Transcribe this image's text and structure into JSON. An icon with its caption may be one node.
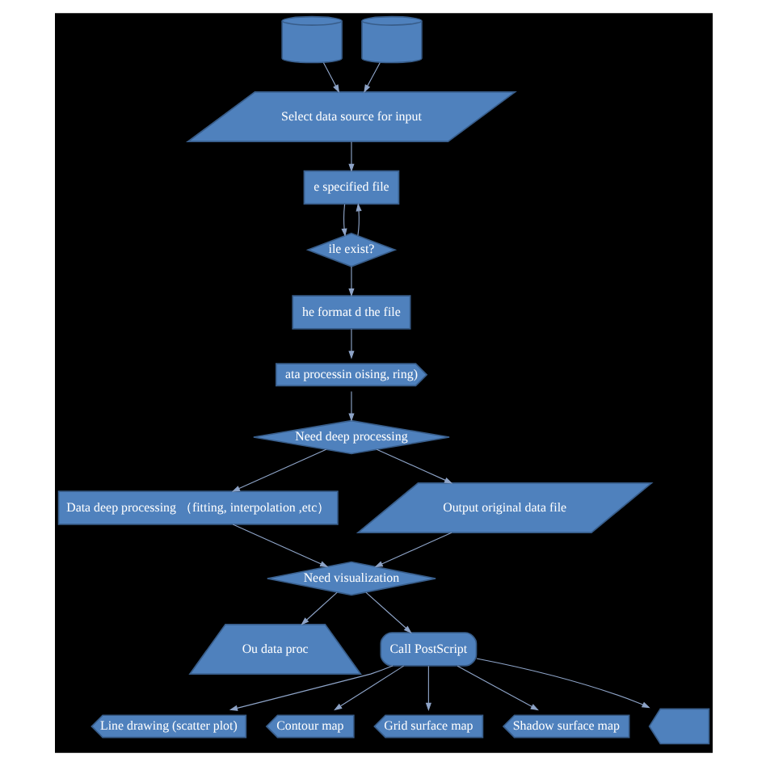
{
  "diagram": {
    "nodes": [
      {
        "text": [],
        "shape": "cylinder"
      },
      {
        "text": [],
        "shape": "cylinder"
      },
      {
        "text": [
          "Select data source for input"
        ]
      },
      {
        "text": [
          "e specified file"
        ]
      },
      {
        "text": [
          "ile exist?"
        ]
      },
      {
        "text": [
          "he format d the file"
        ]
      },
      {
        "text": [
          "ata processin oising, ring)"
        ]
      },
      {
        "text": [
          "Data deep processing （fitting, interpolation ,etc）"
        ]
      },
      {
        "text": [
          "Need deep processing"
        ]
      },
      {
        "text": [
          "Output original data file"
        ]
      },
      {
        "text": [
          "Need visualization"
        ]
      },
      {
        "text": [
          "Ou data proc"
        ]
      },
      {
        "text": [
          "Call PostScript"
        ]
      },
      {
        "text": [
          "Line drawing (scatter plot)"
        ]
      },
      {
        "text": [
          "Contour map"
        ]
      },
      {
        "text": [
          "Grid surface map"
        ]
      },
      {
        "text": [
          "Shadow surface map"
        ]
      },
      {
        "text": [],
        "shape": "display"
      }
    ],
    "edges": [
      {
        "from": 0,
        "to": 2,
        "arrow": "to"
      },
      {
        "from": 1,
        "to": 2,
        "arrow": "to"
      },
      {
        "from": 2,
        "to": 3,
        "arrow": "to"
      },
      {
        "from": 3,
        "to": 4,
        "arrow": "to"
      },
      {
        "from": 4,
        "to": 3,
        "arrow": "to"
      },
      {
        "from": 4,
        "to": 5,
        "arrow": "to"
      },
      {
        "from": 5,
        "to": 6,
        "arrow": "to"
      },
      {
        "from": 6,
        "to": 8,
        "arrow": "to"
      },
      {
        "from": 8,
        "to": 7,
        "arrow": "to"
      },
      {
        "from": 8,
        "to": 9,
        "arrow": "to"
      },
      {
        "from": 7,
        "to": 10,
        "arrow": "to"
      },
      {
        "from": 9,
        "to": 10,
        "arrow": "to"
      },
      {
        "from": 10,
        "to": 11,
        "arrow": "to"
      },
      {
        "from": 10,
        "to": 12,
        "arrow": "to"
      },
      {
        "from": 12,
        "to": 13,
        "arrow": "to"
      },
      {
        "from": 12,
        "to": 14,
        "arrow": "to"
      },
      {
        "from": 12,
        "to": 15,
        "arrow": "to"
      },
      {
        "from": 12,
        "to": 16,
        "arrow": "to"
      },
      {
        "from": 12,
        "to": 17,
        "arrow": "to"
      }
    ]
  }
}
